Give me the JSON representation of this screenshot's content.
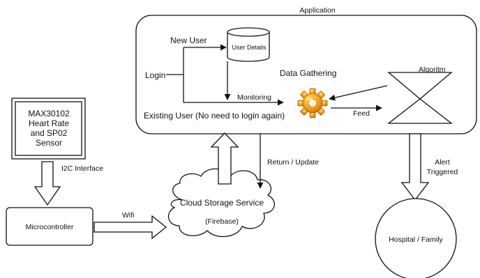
{
  "application": {
    "title": "Application"
  },
  "app_inner": {
    "new_user": "New User",
    "user_details": "User Details",
    "login": "Login",
    "monitoring": "Monitoring",
    "existing_user": "Existing User (No need to login again)",
    "data_gathering": "Data Gathering",
    "feed": "Feed",
    "algorithm": "Algoritm"
  },
  "sensor": {
    "line1": "MAX30102",
    "line2": "Heart Rate",
    "line3": "and SP02",
    "line4": "Sensor"
  },
  "links": {
    "i2c": "I2C Interface",
    "wifi": "Wifi",
    "return_update": "Return / Update",
    "alert_line1": "Alert",
    "alert_line2": "Triggered"
  },
  "microcontroller": {
    "label": "Microcontroller"
  },
  "cloud": {
    "line1": "Cloud Storage Service",
    "line2": "(Firebase)"
  },
  "hospital": {
    "label": "Hospital / Family"
  },
  "colors": {
    "gear_body": "#f4a21a",
    "gear_highlight": "#ffd34d",
    "stroke": "#111111"
  }
}
